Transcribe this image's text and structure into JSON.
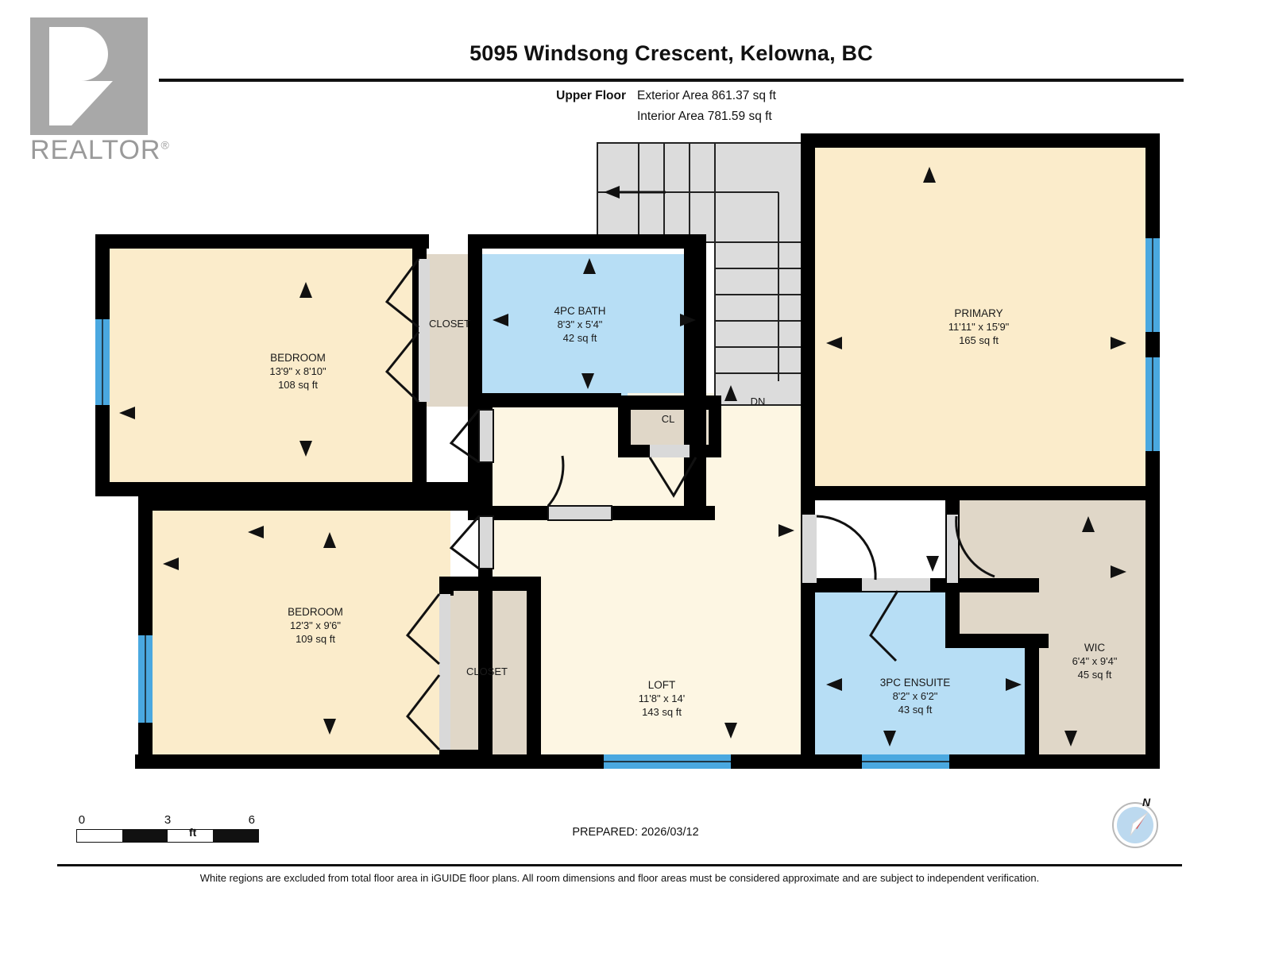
{
  "logo": {
    "wordmark": "REALTOR",
    "registered_mark": "®",
    "icon": "realtor-r-logo"
  },
  "header": {
    "title": "5095 Windsong Crescent, Kelowna, BC",
    "floor_label": "Upper Floor",
    "exterior_area": "Exterior Area 861.37 sq ft",
    "interior_area": "Interior Area 781.59 sq ft"
  },
  "rooms": [
    {
      "key": "bedroom_1",
      "name": "BEDROOM",
      "dims": "13'9\" x 8'10\"",
      "area": "108 sq ft",
      "fill": "#fbeccb"
    },
    {
      "key": "bedroom_2",
      "name": "BEDROOM",
      "dims": "12'3\" x 9'6\"",
      "area": "109 sq ft",
      "fill": "#fbeccb"
    },
    {
      "key": "bath_4pc",
      "name": "4PC BATH",
      "dims": "8'3\" x 5'4\"",
      "area": "42 sq ft",
      "fill": "#b7def5"
    },
    {
      "key": "primary",
      "name": "PRIMARY",
      "dims": "11'11\" x 15'9\"",
      "area": "165 sq ft",
      "fill": "#fbeccb"
    },
    {
      "key": "loft",
      "name": "LOFT",
      "dims": "11'8\" x 14'",
      "area": "143 sq ft",
      "fill": "#fdf6e3"
    },
    {
      "key": "ensuite",
      "name": "3PC ENSUITE",
      "dims": "8'2\" x 6'2\"",
      "area": "43 sq ft",
      "fill": "#b7def5"
    },
    {
      "key": "wic",
      "name": "WIC",
      "dims": "6'4\" x 9'4\"",
      "area": "45 sq ft",
      "fill": "#e0d7c8"
    }
  ],
  "small_labels": {
    "closet_upper": "CLOSET",
    "closet_lower": "CLOSET",
    "cl": "CL",
    "dn": "DN"
  },
  "scale": {
    "ticks": [
      "0",
      "3",
      "6"
    ],
    "unit": "ft"
  },
  "prepared": "PREPARED: 2026/03/12",
  "compass": {
    "north_label": "N"
  },
  "disclaimer": "White regions are excluded from total floor area in iGUIDE floor plans. All room dimensions and floor areas must be considered approximate and are subject to independent verification.",
  "colors": {
    "wall": "#000000",
    "room_warm": "#fbeccb",
    "room_loft": "#fdf6e3",
    "room_wet": "#b7def5",
    "closet": "#e0d7c8",
    "stairs": "#dcdcdc",
    "window": "#4aa8e0",
    "door": "#d9d9d9"
  }
}
